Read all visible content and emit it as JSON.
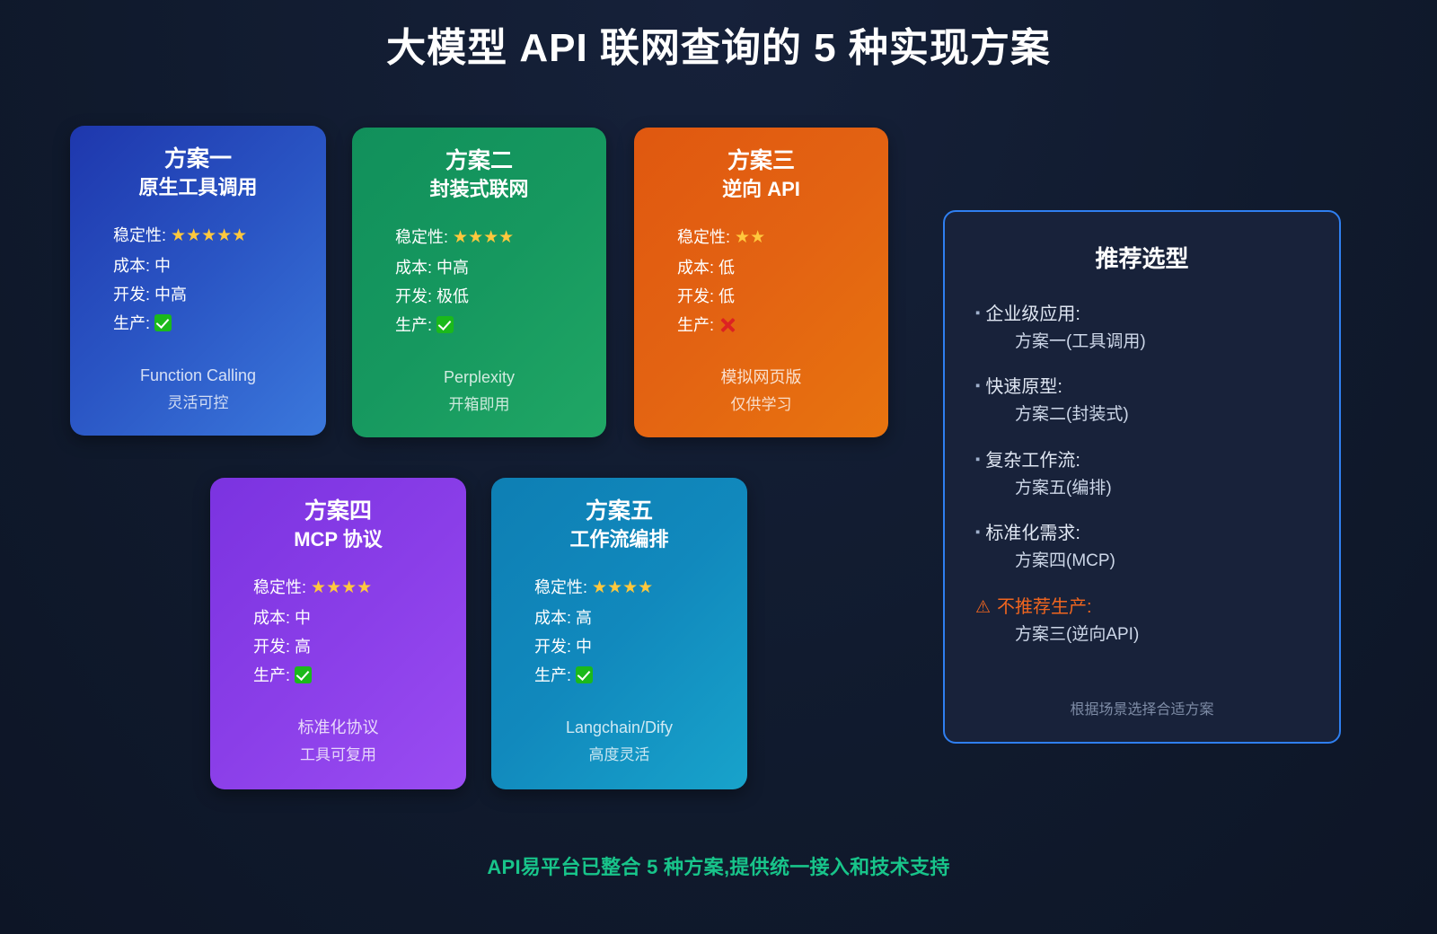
{
  "page": {
    "title": "大模型 API 联网查询的 5 种实现方案",
    "footer_note": "API易平台已整合 5 种方案,提供统一接入和技术支持",
    "background_color": "#101a2d",
    "accent_color": "#2f7ff0",
    "footer_color": "#18c48a"
  },
  "spec_labels": {
    "stability": "稳定性:",
    "cost": "成本:",
    "dev": "开发:",
    "production": "生产:"
  },
  "cards": [
    {
      "title": "方案一",
      "subtitle": "原生工具调用",
      "stability_stars": 5,
      "stability_value": "★★★★★",
      "cost": "中",
      "dev": "中高",
      "production": "yes",
      "production_icon": "check-mark-icon",
      "tech": "Function Calling",
      "note": "灵活可控",
      "color_from": "#1e37ad",
      "color_to": "#3b78dc"
    },
    {
      "title": "方案二",
      "subtitle": "封装式联网",
      "stability_stars": 4,
      "stability_value": "★★★★",
      "cost": "中高",
      "dev": "极低",
      "production": "yes",
      "production_icon": "check-mark-icon",
      "tech": "Perplexity",
      "note": "开箱即用",
      "color_from": "#11905b",
      "color_to": "#20a765"
    },
    {
      "title": "方案三",
      "subtitle": "逆向 API",
      "stability_stars": 2,
      "stability_value": "★★",
      "cost": "低",
      "dev": "低",
      "production": "no",
      "production_icon": "cross-mark-icon",
      "tech": "模拟网页版",
      "note": "仅供学习",
      "color_from": "#e05810",
      "color_to": "#e8740f"
    },
    {
      "title": "方案四",
      "subtitle": "MCP 协议",
      "stability_stars": 4,
      "stability_value": "★★★★",
      "cost": "中",
      "dev": "高",
      "production": "yes",
      "production_icon": "check-mark-icon",
      "tech": "标准化协议",
      "note": "工具可复用",
      "color_from": "#7b33e0",
      "color_to": "#9a4cf2"
    },
    {
      "title": "方案五",
      "subtitle": "工作流编排",
      "stability_stars": 4,
      "stability_value": "★★★★",
      "cost": "高",
      "dev": "中",
      "production": "yes",
      "production_icon": "check-mark-icon",
      "tech": "Langchain/Dify",
      "note": "高度灵活",
      "color_from": "#0e7fb4",
      "color_to": "#18a3cb"
    }
  ],
  "panel": {
    "title": "推荐选型",
    "hint": "根据场景选择合适方案",
    "recommendations": [
      {
        "label": "企业级应用:",
        "value": "方案一(工具调用)",
        "warn": false
      },
      {
        "label": "快速原型:",
        "value": "方案二(封装式)",
        "warn": false
      },
      {
        "label": "复杂工作流:",
        "value": "方案五(编排)",
        "warn": false
      },
      {
        "label": "标准化需求:",
        "value": "方案四(MCP)",
        "warn": false
      },
      {
        "label": "不推荐生产:",
        "value": "方案三(逆向API)",
        "warn": true
      }
    ]
  }
}
